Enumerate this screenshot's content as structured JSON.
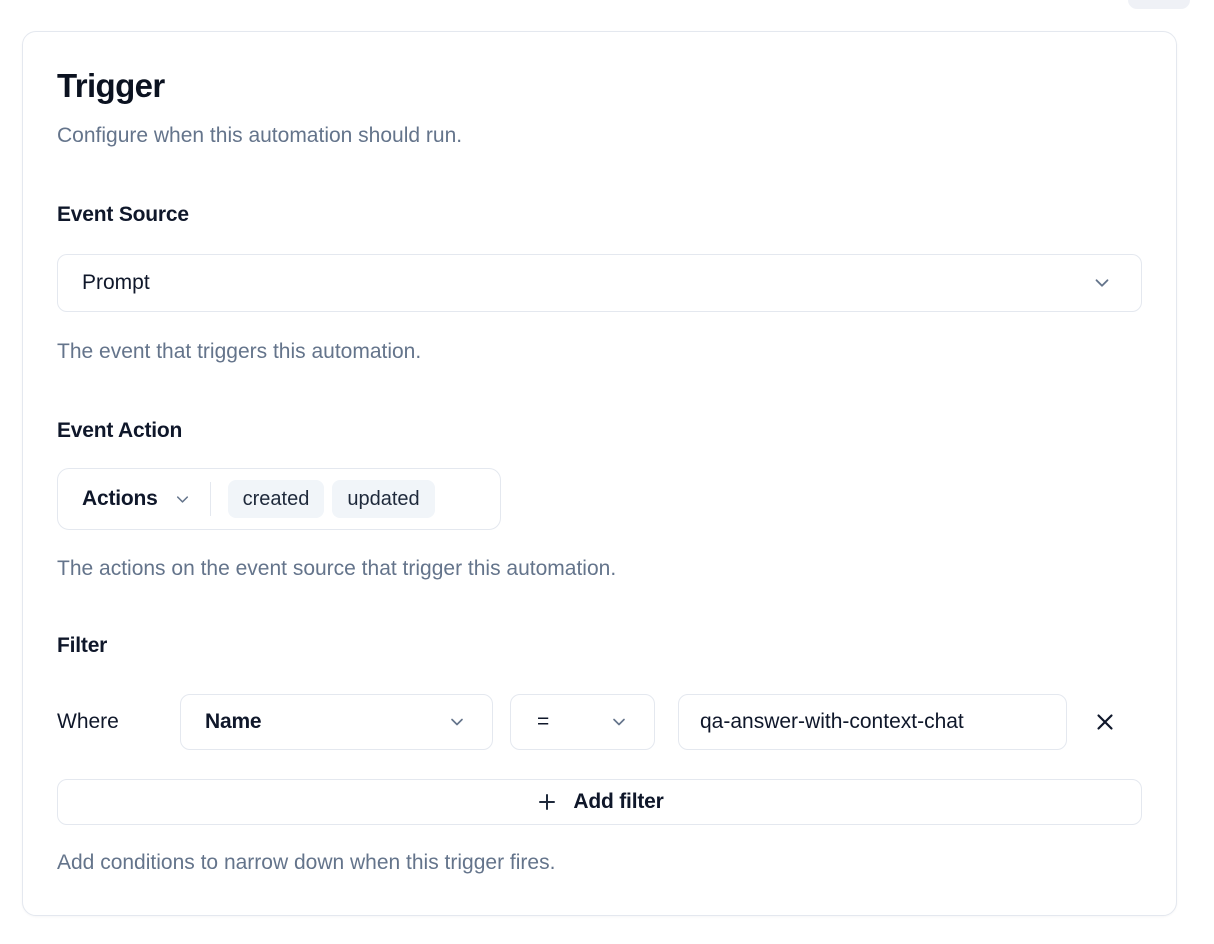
{
  "header": {
    "title": "Trigger",
    "subtitle": "Configure when this automation should run."
  },
  "event_source": {
    "label": "Event Source",
    "value": "Prompt",
    "help": "The event that triggers this automation."
  },
  "event_action": {
    "label": "Event Action",
    "dropdown_label": "Actions",
    "badges": [
      "created",
      "updated"
    ],
    "help": "The actions on the event source that trigger this automation."
  },
  "filter": {
    "label": "Filter",
    "where_label": "Where",
    "field_value": "Name",
    "operator_value": "=",
    "value_input": "qa-answer-with-context-chat",
    "add_filter_label": "Add filter",
    "help": "Add conditions to narrow down when this trigger fires."
  },
  "icons": {
    "chevron_down": "chevron-down",
    "close": "x",
    "plus": "plus"
  },
  "colors": {
    "text_primary": "#0f172a",
    "text_muted": "#64748b",
    "border": "#e4e8ef",
    "badge_bg": "#f1f5f9",
    "card_bg": "#ffffff",
    "page_bg": "#ffffff"
  }
}
